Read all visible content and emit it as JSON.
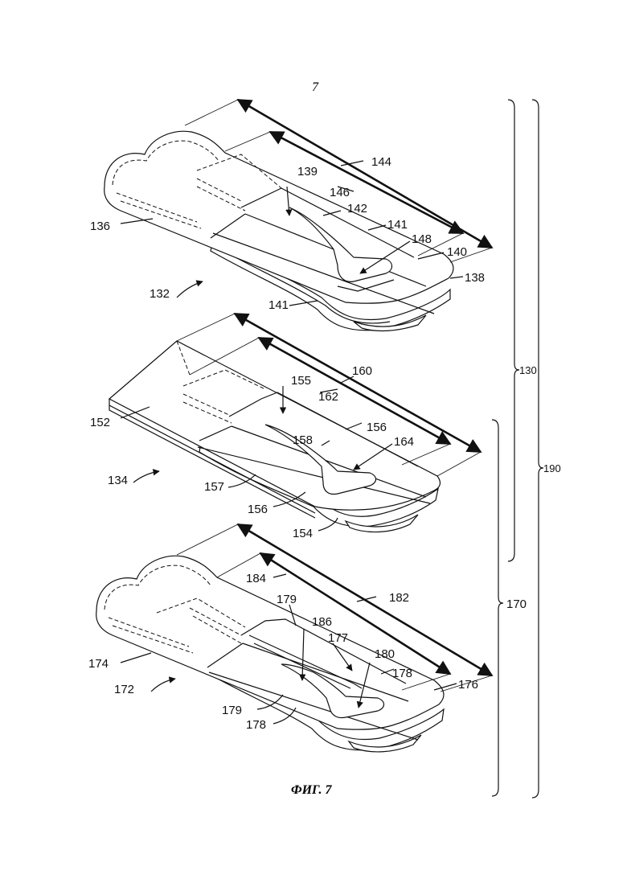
{
  "page_number": "7",
  "caption": "ФИГ. 7",
  "assemblies": {
    "top": {
      "ref": "132",
      "labels": [
        "139",
        "144",
        "146",
        "142",
        "141",
        "148",
        "136",
        "140",
        "138",
        "141"
      ]
    },
    "middle": {
      "ref": "134",
      "labels": [
        "160",
        "155",
        "162",
        "152",
        "156",
        "158",
        "164",
        "157",
        "156",
        "154"
      ]
    },
    "bottom": {
      "ref": "172",
      "labels": [
        "184",
        "182",
        "179",
        "186",
        "177",
        "180",
        "174",
        "178",
        "176",
        "179",
        "178"
      ]
    }
  },
  "brackets": [
    {
      "ref": "130"
    },
    {
      "ref": "170"
    },
    {
      "ref": "190"
    }
  ]
}
